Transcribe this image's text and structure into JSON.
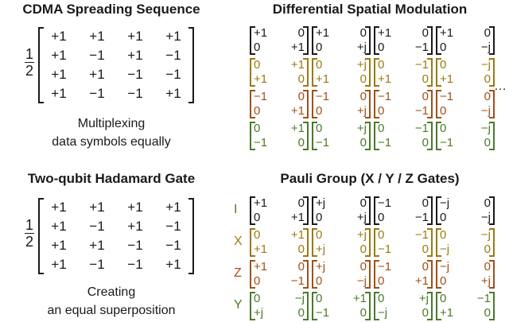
{
  "colors": {
    "black": "#1a1a1a",
    "gold": "#9b7a12",
    "brown": "#a0501a",
    "green": "#4a7a2a"
  },
  "cdma": {
    "title": "CDMA Spreading Sequence",
    "scale_num": "1",
    "scale_den": "2",
    "matrix": [
      [
        "+1",
        "+1",
        "+1",
        "+1"
      ],
      [
        "+1",
        "−1",
        "+1",
        "−1"
      ],
      [
        "+1",
        "+1",
        "−1",
        "−1"
      ],
      [
        "+1",
        "−1",
        "−1",
        "+1"
      ]
    ],
    "caption": [
      "Multiplexing",
      "data symbols equally"
    ]
  },
  "hadamard": {
    "title": "Two-qubit Hadamard Gate",
    "scale_num": "1",
    "scale_den": "2",
    "matrix": [
      [
        "+1",
        "+1",
        "+1",
        "+1"
      ],
      [
        "+1",
        "−1",
        "+1",
        "−1"
      ],
      [
        "+1",
        "+1",
        "−1",
        "−1"
      ],
      [
        "+1",
        "−1",
        "−1",
        "+1"
      ]
    ],
    "caption": [
      "Creating",
      "an equal superposition"
    ]
  },
  "dsm": {
    "title": "Differential Spatial Modulation",
    "ellipsis": "…",
    "rows": [
      {
        "color": "black",
        "matrices": [
          [
            [
              "+1",
              "0"
            ],
            [
              "0",
              "+1"
            ]
          ],
          [
            [
              "+1",
              "0"
            ],
            [
              "0",
              "+j"
            ]
          ],
          [
            [
              "+1",
              "0"
            ],
            [
              "0",
              "−1"
            ]
          ],
          [
            [
              "+1",
              "0"
            ],
            [
              "0",
              "−j"
            ]
          ]
        ]
      },
      {
        "color": "gold",
        "matrices": [
          [
            [
              "0",
              "+1"
            ],
            [
              "+1",
              "0"
            ]
          ],
          [
            [
              "0",
              "+j"
            ],
            [
              "+1",
              "0"
            ]
          ],
          [
            [
              "0",
              "−1"
            ],
            [
              "+1",
              "0"
            ]
          ],
          [
            [
              "0",
              "−j"
            ],
            [
              "+1",
              "0"
            ]
          ]
        ]
      },
      {
        "color": "brown",
        "matrices": [
          [
            [
              "−1",
              "0"
            ],
            [
              "0",
              "+1"
            ]
          ],
          [
            [
              "−1",
              "0"
            ],
            [
              "0",
              "+j"
            ]
          ],
          [
            [
              "−1",
              "0"
            ],
            [
              "0",
              "−1"
            ]
          ],
          [
            [
              "−1",
              "0"
            ],
            [
              "0",
              "−j"
            ]
          ]
        ]
      },
      {
        "color": "green",
        "matrices": [
          [
            [
              "0",
              "+1"
            ],
            [
              "−1",
              "0"
            ]
          ],
          [
            [
              "0",
              "+j"
            ],
            [
              "−1",
              "0"
            ]
          ],
          [
            [
              "0",
              "−1"
            ],
            [
              "−1",
              "0"
            ]
          ],
          [
            [
              "0",
              "−j"
            ],
            [
              "−1",
              "0"
            ]
          ]
        ]
      }
    ]
  },
  "pauli": {
    "title": "Pauli Group (X / Y / Z Gates)",
    "rows": [
      {
        "label": "I",
        "label_color": "green",
        "color": "black",
        "matrices": [
          [
            [
              "+1",
              "0"
            ],
            [
              "0",
              "+1"
            ]
          ],
          [
            [
              "+j",
              "0"
            ],
            [
              "0",
              "+j"
            ]
          ],
          [
            [
              "−1",
              "0"
            ],
            [
              "0",
              "−1"
            ]
          ],
          [
            [
              "−j",
              "0"
            ],
            [
              "0",
              "−j"
            ]
          ]
        ]
      },
      {
        "label": "X",
        "label_color": "gold",
        "color": "gold",
        "matrices": [
          [
            [
              "0",
              "+1"
            ],
            [
              "+1",
              "0"
            ]
          ],
          [
            [
              "0",
              "+j"
            ],
            [
              "+j",
              "0"
            ]
          ],
          [
            [
              "0",
              "−1"
            ],
            [
              "−1",
              "0"
            ]
          ],
          [
            [
              "0",
              "−j"
            ],
            [
              "−j",
              "0"
            ]
          ]
        ]
      },
      {
        "label": "Z",
        "label_color": "brown",
        "color": "brown",
        "matrices": [
          [
            [
              "+1",
              "0"
            ],
            [
              "0",
              "−1"
            ]
          ],
          [
            [
              "+j",
              "0"
            ],
            [
              "0",
              "−j"
            ]
          ],
          [
            [
              "−1",
              "0"
            ],
            [
              "0",
              "+1"
            ]
          ],
          [
            [
              "−j",
              "0"
            ],
            [
              "0",
              "+j"
            ]
          ]
        ]
      },
      {
        "label": "Y",
        "label_color": "green",
        "color": "green",
        "matrices": [
          [
            [
              "0",
              "−j"
            ],
            [
              "+j",
              "0"
            ]
          ],
          [
            [
              "0",
              "+1"
            ],
            [
              "−1",
              "0"
            ]
          ],
          [
            [
              "0",
              "+j"
            ],
            [
              "−j",
              "0"
            ]
          ],
          [
            [
              "0",
              "−1"
            ],
            [
              "+1",
              "0"
            ]
          ]
        ]
      }
    ]
  }
}
